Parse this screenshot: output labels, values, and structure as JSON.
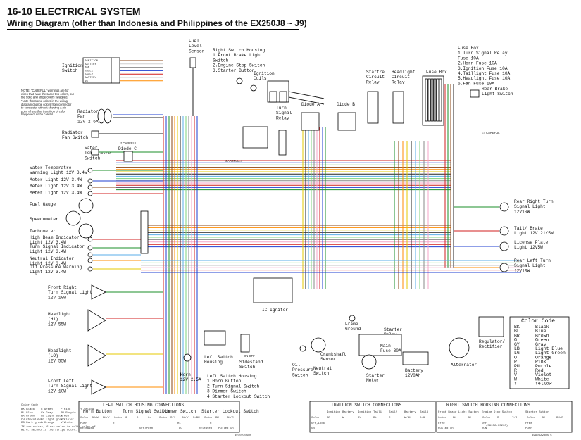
{
  "header": {
    "title": "16-10 ELECTRICAL SYSTEM",
    "subtitle": "Wiring Diagram (other than Indonesia and Philippines of the EX250J8 ~ J9)"
  },
  "components": {
    "ignition_switch": "Ignition\nSwitch",
    "ign_table": [
      "IGNITION",
      "BATTERY",
      "IGN",
      "TAIL1",
      "TAIL2",
      "BATTERY",
      "IG"
    ],
    "note1": "NOTE: \"CAREFUL\" warnings are for\nwires that have the same two colors, but\nthe solid and stripe colors swapped.",
    "note2": "*Note that some colors in the wiring\ndiagram change colors from connector\nto connector without showing a pin\npoint where that transition of color\nhappened, so be careful.",
    "radiator_fan": "Radiator\nFan\n12V 2.6A",
    "radiator_fan_switch": "Radiator\nFan Switch",
    "water_temp_switch": "Water\nTemperatre\nSwitch",
    "careful_mark": "** CAREFUL",
    "water_temp_warn": "Water Temperatre\nWarning Light 12V 3.4W",
    "meter_lights": [
      "Meter Light 12V 3.4W",
      "Meter Light 12V 3.4W",
      "Meter Light 12V 3.4W"
    ],
    "fuel_gauge": "Fuel Gauge",
    "speedometer": "Speedometer",
    "tachometer": "Tachometer",
    "hb_indicator": "High Beam Indicator\nLight 12V 3.4W",
    "ts_indicator": "Turn Signal Indicator\nLight 12V 3.4W",
    "neutral_indicator": "Neutral Indicator\nLight 12V 3.4W",
    "oil_warning": "Oil Pressure Warning\nLight 12V 3.4W",
    "front_right_ts": "Front Right\nTurn Signal Light\n12V 10W",
    "headlight_hi": "Headlight\n(Hi)\n12V 55W",
    "headlight_lo": "Headlight\n(LO)\n12V 55W",
    "front_left_ts": "Front Left\nTurn Signal Light\n12V 10W",
    "fuel_level_sensor": "Fuel\nLevel\nSensor",
    "right_switch_housing": "Right Switch Housing\n1.Front Brake Light\n  Switch\n2.Engine Stop Switch\n3.Starter Button",
    "ignition_coils": "Ignition\nCoils",
    "turn_signal_relay": "Turn\nSignal\nRelay",
    "diode_a": "Diode A",
    "diode_b": "Diode B",
    "diode_c": "Diode C",
    "careful_arrow": "CAREFUL=>",
    "startre_relay": "Startre\nCircuit\nRelay",
    "headlight_relay": "Headlight\nCircuit\nRelay",
    "fuse_box": "Fuse Box",
    "fuse_list": "Fuse Box\n1.Turn Signal Relay\n  Fuse 10A\n2.Horn Fuse 10A\n3.Ignition Fuse 10A\n4.Taillight Fuse 10A\n5.Headlight Fuse 10A\n6.Fan Fuse 10A",
    "rear_brake_switch": "Rear Brake\nLight Switch",
    "careful2": "<= CAREFUL",
    "rear_right_ts": "Rear Right Turn\nSignal Light\n12V10W",
    "tail_brake": "Tail/ Brake\nLight 12V 21/5W",
    "license_plate": "License Plate\nLight 12V5W",
    "rear_left_ts": "Rear Left Turn\nSignal Light\n12V10W",
    "ic_igniter": "IC Igniter",
    "frame_ground": "Frame\nGround",
    "starter_relay": "Starter\nRelay",
    "main_fuse": "Main\nFuse 30A",
    "crankshaft_sensor": "Crankshaft\nSensor",
    "oil_pressure_switch": "Oil\nPressure\nSwitch",
    "neutral_switch": "Neutral\nSwitch",
    "starter_motor": "Starter\nMeter",
    "battery": "Battery\n12V8Ah",
    "alternator": "Alternator",
    "regulator": "Regulator/\nRectifier",
    "horn": "Horn\n12V 2.5A",
    "left_switch_housing_lbl": "Left Switch\nHousing",
    "left_switch_housing_list": "Left Switch Housing\n1.Horn Button\n2.Turn Signal Switch\n3.Dimmer Switch\n4.Starter Lockout Switch",
    "sidestand_switch": "Sidestand\nSwitch",
    "sidestand_state": "ON  OFF"
  },
  "color_code": {
    "title": "Color Code",
    "rows": [
      [
        "BK",
        "Black"
      ],
      [
        "BL",
        "Blue"
      ],
      [
        "BR",
        "Brown"
      ],
      [
        "G",
        "Green"
      ],
      [
        "GY",
        "Gray"
      ],
      [
        "LB",
        "Light Blue"
      ],
      [
        "LG",
        "Light Green"
      ],
      [
        "O",
        "Orange"
      ],
      [
        "P",
        "Pink"
      ],
      [
        "PU",
        "Purple"
      ],
      [
        "R",
        "Red"
      ],
      [
        "V",
        "Violet"
      ],
      [
        "W",
        "White"
      ],
      [
        "Y",
        "Yellow"
      ]
    ]
  },
  "tables": {
    "left": {
      "title": "LEFT SWITCH HOUSING CONNECTIONS",
      "sections": [
        "Horn Button",
        "Turn Signal Switch",
        "Dimmer Switch",
        "Starter Lockout Switch"
      ],
      "row1": [
        "Color",
        "BK/W",
        "BK/Y",
        "Color",
        "G",
        "O",
        "Gr",
        "Color",
        "R/Y",
        "BL/Y",
        "R/BK",
        "Color",
        "BK",
        "BK/R"
      ],
      "row2": [
        "Push",
        "R",
        "",
        "Hi",
        "N"
      ],
      "row3": [
        "Released",
        "",
        "",
        "OFF(Push)",
        "",
        "LO",
        "Released",
        "Pulled in"
      ]
    },
    "ign": {
      "title": "IGNITION SWITCH CONNECTIONS",
      "heads": [
        "",
        "Ignition",
        "Battery",
        "Ignition",
        "Tail1",
        "Tail2",
        "Battery",
        "Tail3"
      ],
      "r1": [
        "Color",
        "BR",
        "W",
        "GY",
        "BL",
        "R",
        "W/BK",
        "O/G"
      ],
      "r2": [
        "OFF,Lock",
        ""
      ],
      "r3": [
        "ON",
        ""
      ]
    },
    "right": {
      "title": "RIGHT SWITCH HOUSING CONNECTIONS",
      "heads": [
        "Front Brake Light Switch",
        "Engine Stop Switch",
        "Starter Button"
      ],
      "r1": [
        "Color",
        "BK",
        "BR",
        "Color",
        "R",
        "Y/R",
        "Color",
        "BK",
        "BK/R"
      ],
      "r2": [
        "Free",
        "OFF",
        "Free"
      ],
      "r3": [
        "Pulled in",
        "RUN",
        "Push"
      ]
    }
  },
  "legend_small": {
    "title": "Color Code",
    "items": [
      "BK Black",
      "BL Blue",
      "BR Brown",
      "CH Chocolate",
      "DG Dark green",
      "G Green",
      "GY Gray",
      "LB Light blue",
      "LG Light green",
      "O Orange",
      "P Pink",
      "PU Purple",
      "R Red",
      "V Violet",
      "W White",
      "Y Yellow"
    ],
    "note": "If two colors, first color is solid color of\nwire. Second is the stripe color."
  },
  "footer": {
    "code1": "W210230SWS",
    "code2": "W2903298WS C",
    "code3": "(59952-0320C)"
  }
}
